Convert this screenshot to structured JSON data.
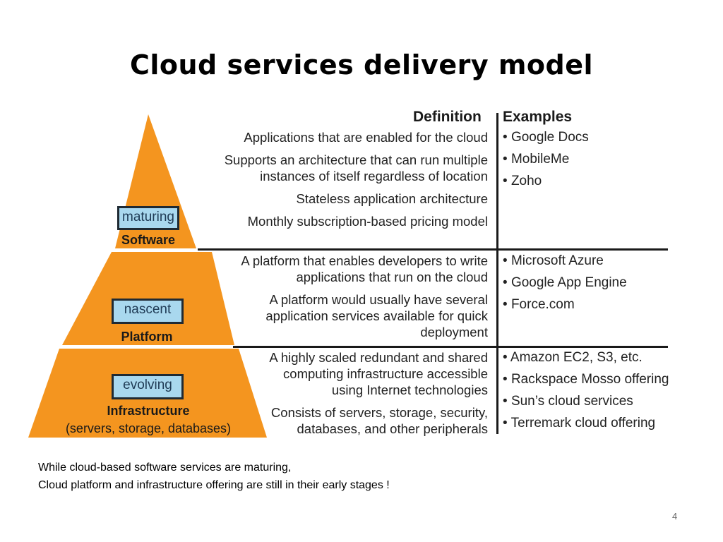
{
  "title": "Cloud services delivery model",
  "colors": {
    "pyramid_fill": "#f4951f",
    "stage_box_fill": "#a9d8ee"
  },
  "headers": {
    "definition": "Definition",
    "examples": "Examples"
  },
  "layers": [
    {
      "name": "Software",
      "subtitle": "",
      "stage": "maturing",
      "definitions": [
        "Applications that are enabled for the cloud",
        "Supports an architecture that can run multiple\ninstances of itself regardless of location",
        "Stateless application architecture",
        "Monthly subscription-based pricing model"
      ],
      "examples": [
        "Google Docs",
        "MobileMe",
        "Zoho"
      ]
    },
    {
      "name": "Platform",
      "subtitle": "",
      "stage": "nascent",
      "definitions": [
        "A platform that enables developers to write\napplications that run on the cloud",
        "A platform would usually have several\napplication services available for quick\ndeployment"
      ],
      "examples": [
        "Microsoft Azure",
        "Google App Engine",
        "Force.com"
      ]
    },
    {
      "name": "Infrastructure",
      "subtitle": "(servers, storage, databases)",
      "stage": "evolving",
      "definitions": [
        "A highly scaled redundant and shared\ncomputing infrastructure accessible\nusing Internet technologies",
        "Consists of servers, storage, security,\ndatabases, and other peripherals"
      ],
      "examples": [
        "Amazon EC2, S3, etc.",
        "Rackspace Mosso offering",
        "Sun’s cloud services",
        "Terremark cloud offering"
      ]
    }
  ],
  "caption": {
    "line1": "While cloud-based software services are maturing,",
    "line2": "Cloud platform and infrastructure offering are still in their early stages !"
  },
  "page_number": "4"
}
